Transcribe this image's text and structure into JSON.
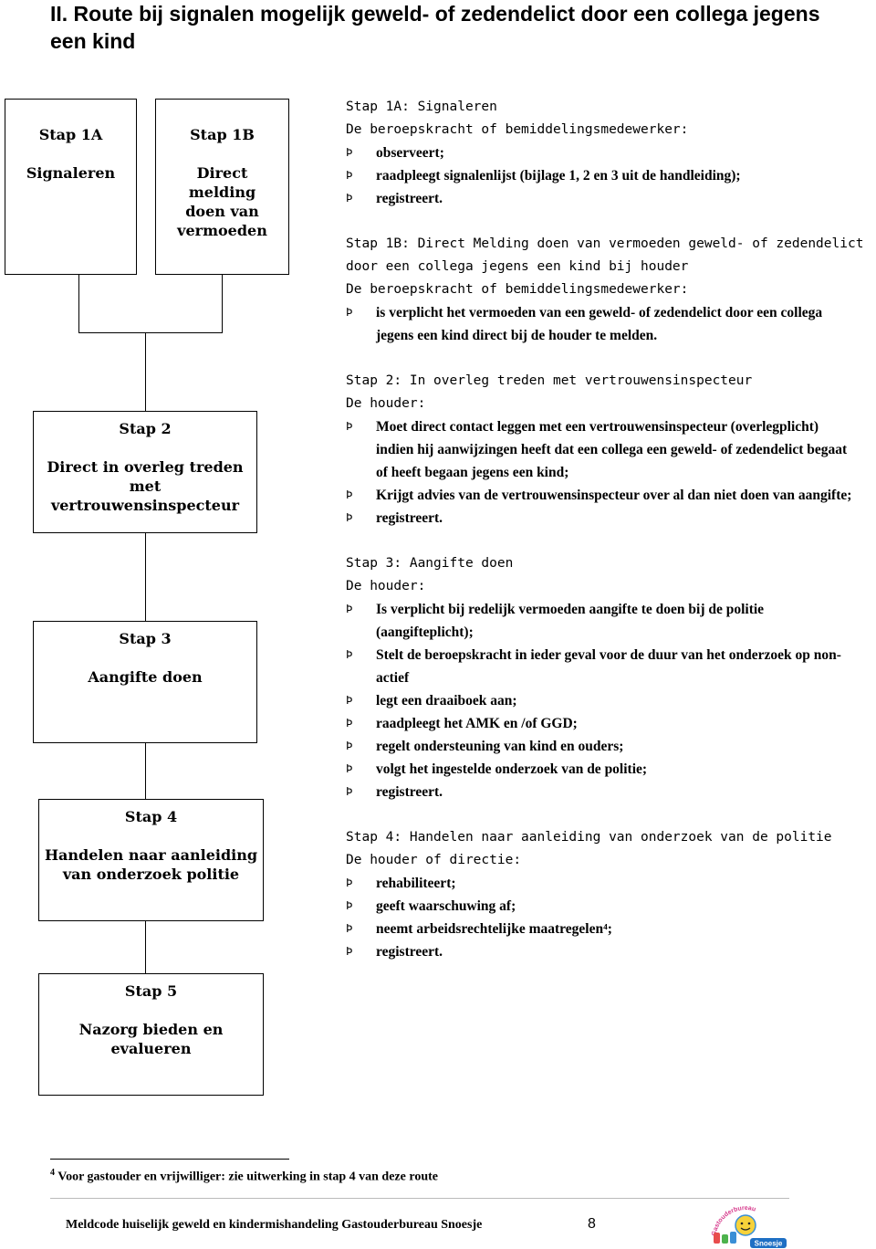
{
  "page": {
    "title": "II. Route bij signalen mogelijk geweld- of zedendelict door een collega jegens een kind"
  },
  "flowchart": {
    "box1a": {
      "step": "Stap 1A",
      "label": "Signaleren"
    },
    "box1b": {
      "step": "Stap 1B",
      "label": "Direct melding doen van vermoeden"
    },
    "box2": {
      "step": "Stap 2",
      "label": "Direct in overleg treden met vertrouwensinspecteur"
    },
    "box3": {
      "step": "Stap 3",
      "label": "Aangifte doen"
    },
    "box4": {
      "step": "Stap 4",
      "label": "Handelen naar aanleiding van onderzoek politie"
    },
    "box5": {
      "step": "Stap 5",
      "label": "Nazorg bieden en evalueren"
    }
  },
  "steps": [
    {
      "heading": "Stap 1A: Signaleren",
      "subject": "De beroepskracht of bemiddelingsmedewerker:",
      "items": [
        "observeert;",
        "raadpleegt signalenlijst (bijlage 1, 2 en 3 uit de handleiding);",
        "registreert."
      ]
    },
    {
      "heading": "Stap 1B: Direct Melding doen van vermoeden geweld- of zedendelict",
      "heading2": "door een collega  jegens een kind bij houder",
      "subject": "De beroepskracht of bemiddelingsmedewerker:",
      "items": [
        "is verplicht het vermoeden van een geweld- of zedendelict door een collega jegens een kind direct bij de houder te melden."
      ]
    },
    {
      "heading": "Stap 2: In overleg treden met vertrouwensinspecteur",
      "subject": "De houder:",
      "items": [
        "Moet direct contact leggen met een vertrouwensinspecteur (overlegplicht) indien hij aanwijzingen heeft dat een collega een geweld- of zedendelict begaat of heeft begaan jegens een kind;",
        "Krijgt advies van de vertrouwensinspecteur over al dan niet doen van aangifte;",
        "registreert."
      ]
    },
    {
      "heading": "Stap 3: Aangifte doen",
      "subject": "De houder:",
      "items": [
        "Is verplicht bij redelijk vermoeden aangifte te doen bij de politie (aangifteplicht);",
        "Stelt de beroepskracht in ieder geval voor de duur van het onderzoek op non-actief",
        "legt een draaiboek aan;",
        "raadpleegt het AMK en /of GGD;",
        "regelt ondersteuning van kind en ouders;",
        "volgt het ingestelde onderzoek van de politie;",
        "registreert."
      ]
    },
    {
      "heading": "Stap 4: Handelen naar aanleiding van onderzoek van de politie",
      "subject": "De houder of directie:",
      "items": [
        "rehabiliteert;",
        "geeft waarschuwing af;",
        "neemt arbeidsrechtelijke maatregelen⁴;",
        "registreert."
      ]
    }
  ],
  "bullet_symbol": "Þ",
  "footnote": {
    "mark": "4",
    "text": " Voor gastouder en vrijwilliger: zie uitwerking in stap 4 van deze route"
  },
  "footer": {
    "text": "Meldcode huiselijk geweld en kindermishandeling Gastouderbureau Snoesje",
    "page_number": "8"
  },
  "logo": {
    "text_top": "Gastouderbureau",
    "text_main": "Snoesje"
  }
}
